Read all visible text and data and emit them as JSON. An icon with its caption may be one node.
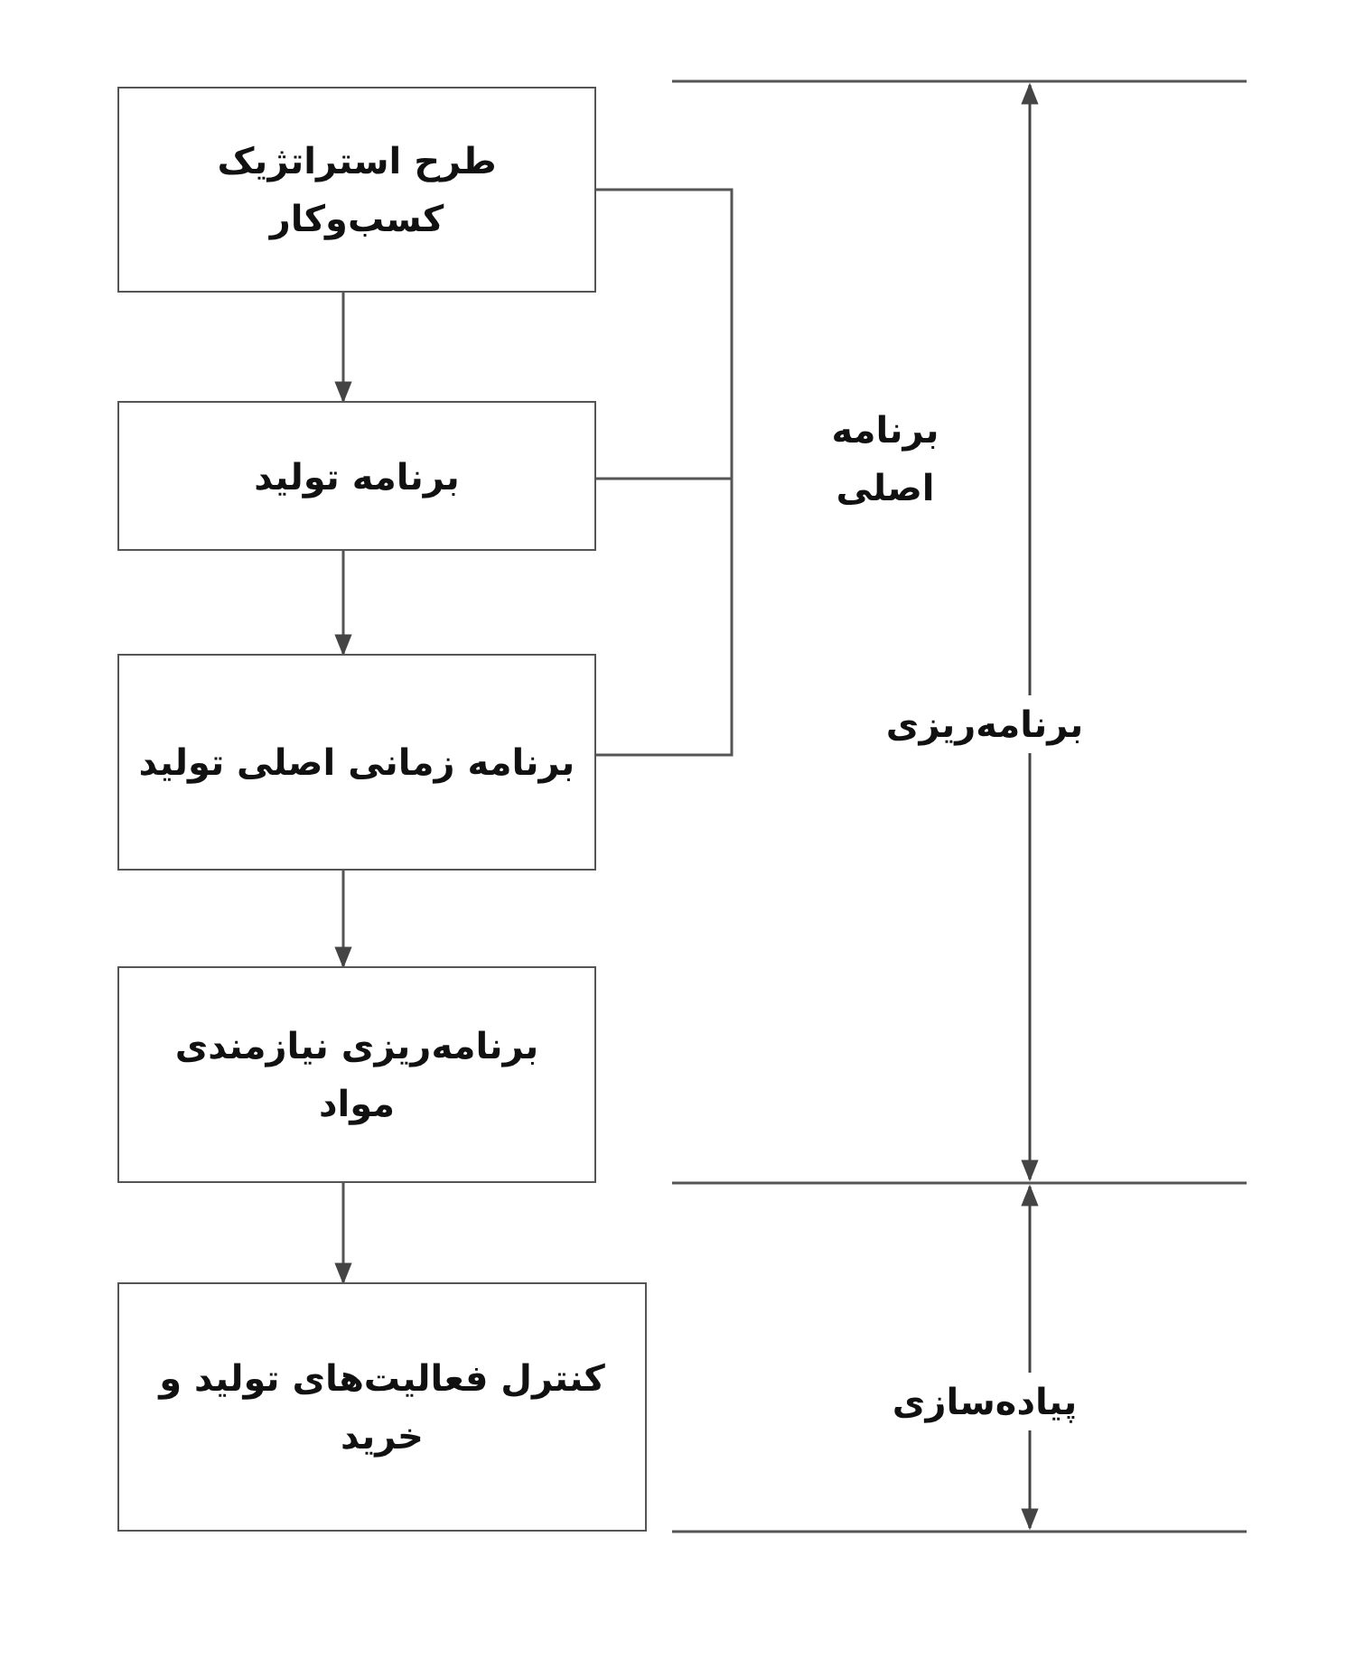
{
  "diagram": {
    "nodes": [
      {
        "text": [
          "طرح استراتژیک کسب‌وکار"
        ]
      },
      {
        "text": [
          "برنامه تولید"
        ]
      },
      {
        "text": [
          "برنامه زمانی اصلی تولید"
        ]
      },
      {
        "text": [
          "برنامه‌ریزی نیازمندی مواد"
        ]
      },
      {
        "text": [
          "کنترل فعالیت‌های تولید و خرید"
        ]
      }
    ],
    "edges": [
      {
        "from": 0,
        "to": 1,
        "arrow": "to"
      },
      {
        "from": 1,
        "to": 2,
        "arrow": "to"
      },
      {
        "from": 2,
        "to": 3,
        "arrow": "to"
      },
      {
        "from": 3,
        "to": 4,
        "arrow": "to"
      }
    ],
    "labels": [
      "برنامه اصلی",
      "برنامه‌ریزی",
      "پیاده‌سازی"
    ]
  }
}
